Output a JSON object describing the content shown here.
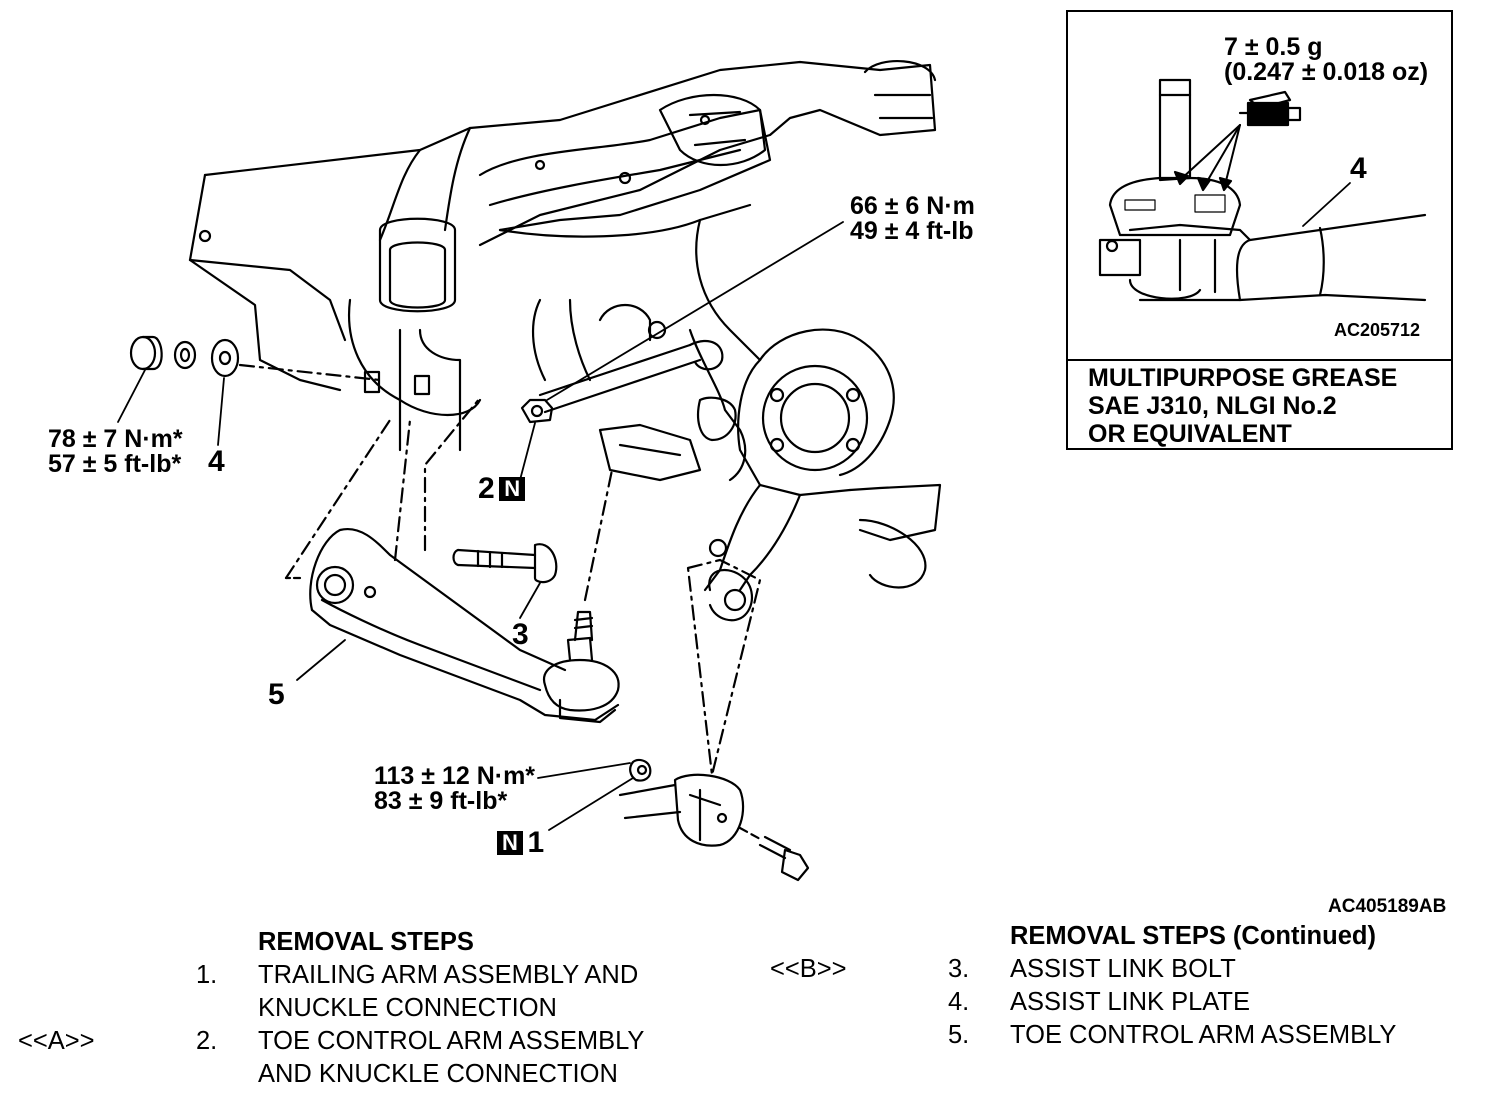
{
  "callouts": {
    "c1": "1",
    "c2": "2",
    "c3": "3",
    "c4": "4",
    "c5": "5",
    "inset_4": "4",
    "n_mark": "N"
  },
  "torque": {
    "item2_nm": "66 ± 6 N·m",
    "item2_ftlb": "49 ± 4 ft-lb",
    "item4_nm": "78 ± 7 N·m*",
    "item4_ftlb": "57 ± 5 ft-lb*",
    "item1_nm": "113 ± 12 N·m*",
    "item1_ftlb": "83 ± 9 ft-lb*"
  },
  "inset": {
    "grease_amount": "7 ± 0.5 g",
    "grease_amount_oz": "(0.247 ± 0.018 oz)",
    "figure_id": "AC205712",
    "note_line1": "MULTIPURPOSE GREASE",
    "note_line2": "SAE J310, NLGI No.2",
    "note_line3": "OR EQUIVALENT"
  },
  "figure_id": "AC405189AB",
  "removal_steps": {
    "title": "REMOVAL STEPS",
    "title_continued": "REMOVAL STEPS (Continued)",
    "steps": [
      {
        "num": "1.",
        "tag": "",
        "line1": "TRAILING ARM ASSEMBLY AND",
        "line2": "KNUCKLE CONNECTION"
      },
      {
        "num": "2.",
        "tag": "<<A>>",
        "line1": "TOE CONTROL ARM ASSEMBLY",
        "line2": "AND KNUCKLE CONNECTION"
      },
      {
        "num": "3.",
        "tag": "<<B>>",
        "line1": "ASSIST LINK BOLT",
        "line2": ""
      },
      {
        "num": "4.",
        "tag": "",
        "line1": "ASSIST LINK PLATE",
        "line2": ""
      },
      {
        "num": "5.",
        "tag": "",
        "line1": "TOE CONTROL ARM ASSEMBLY",
        "line2": ""
      }
    ]
  }
}
